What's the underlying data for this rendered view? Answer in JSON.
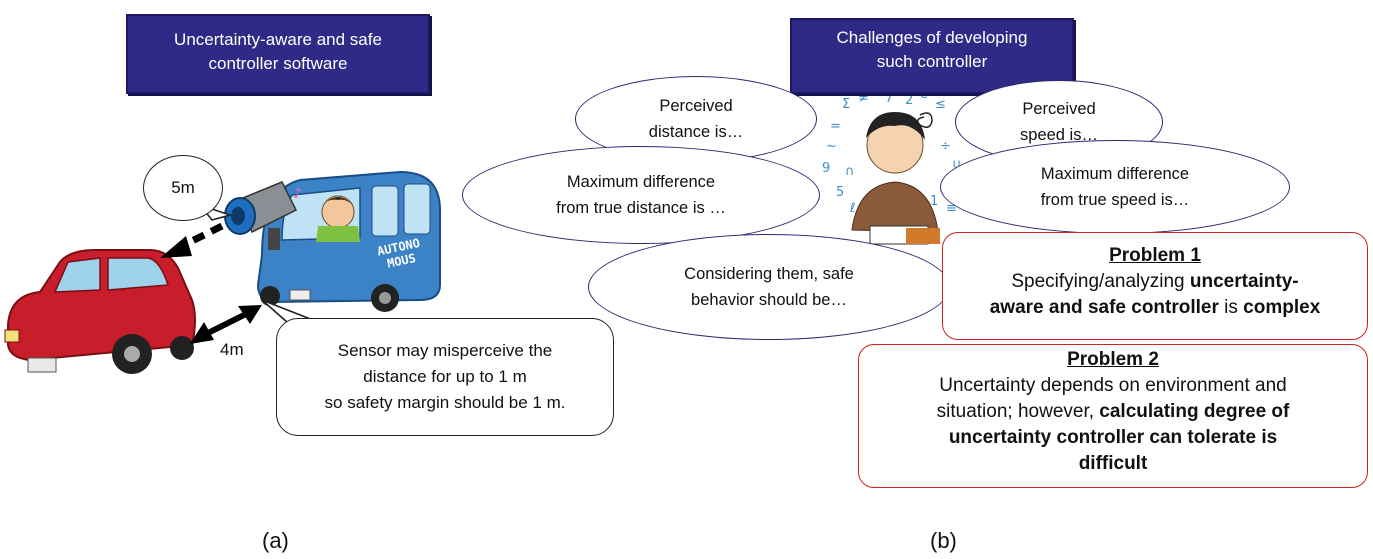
{
  "panel_a": {
    "banner": {
      "line1": "Uncertainty-aware and safe",
      "line2": "controller software"
    },
    "sensor_bubble": "5m",
    "distance_label": "4m",
    "autonomous_label_1": "AUTONO",
    "autonomous_label_2": "MOUS",
    "note": {
      "line1": "Sensor may misperceive the",
      "line2": "distance for up to 1 m",
      "line3": "so safety margin should be 1 m."
    },
    "caption": "(a)"
  },
  "panel_b": {
    "banner": {
      "line1": "Challenges of developing",
      "line2": "such controller"
    },
    "thoughts": {
      "perceived_distance": {
        "line1": "Perceived",
        "line2": "distance is…"
      },
      "max_diff_distance": {
        "line1": "Maximum difference",
        "line2": "from true distance is …"
      },
      "safe_behavior": {
        "line1": "Considering them, safe",
        "line2": "behavior should be…"
      },
      "perceived_speed": {
        "line1": "Perceived",
        "line2": "speed is…"
      },
      "max_diff_speed": {
        "line1": "Maximum difference",
        "line2": "from true speed is…"
      }
    },
    "problem1": {
      "title": "Problem 1",
      "text1": "Specifying/analyzing ",
      "bold1": "uncertainty-",
      "bold2": "aware and safe controller",
      "text2": " is ",
      "bold3": "complex"
    },
    "problem2": {
      "title": "Problem 2",
      "line1": "Uncertainty depends on environment and",
      "line2": "situation; however, ",
      "bold1": "calculating degree of",
      "bold2": "uncertainty controller can tolerate is",
      "bold3": "difficult"
    },
    "caption": "(b)"
  },
  "colors": {
    "banner": "#2e2a86",
    "problem_border": "#d42020",
    "car_red": "#c81e2b",
    "bus_blue": "#3b82c6"
  }
}
